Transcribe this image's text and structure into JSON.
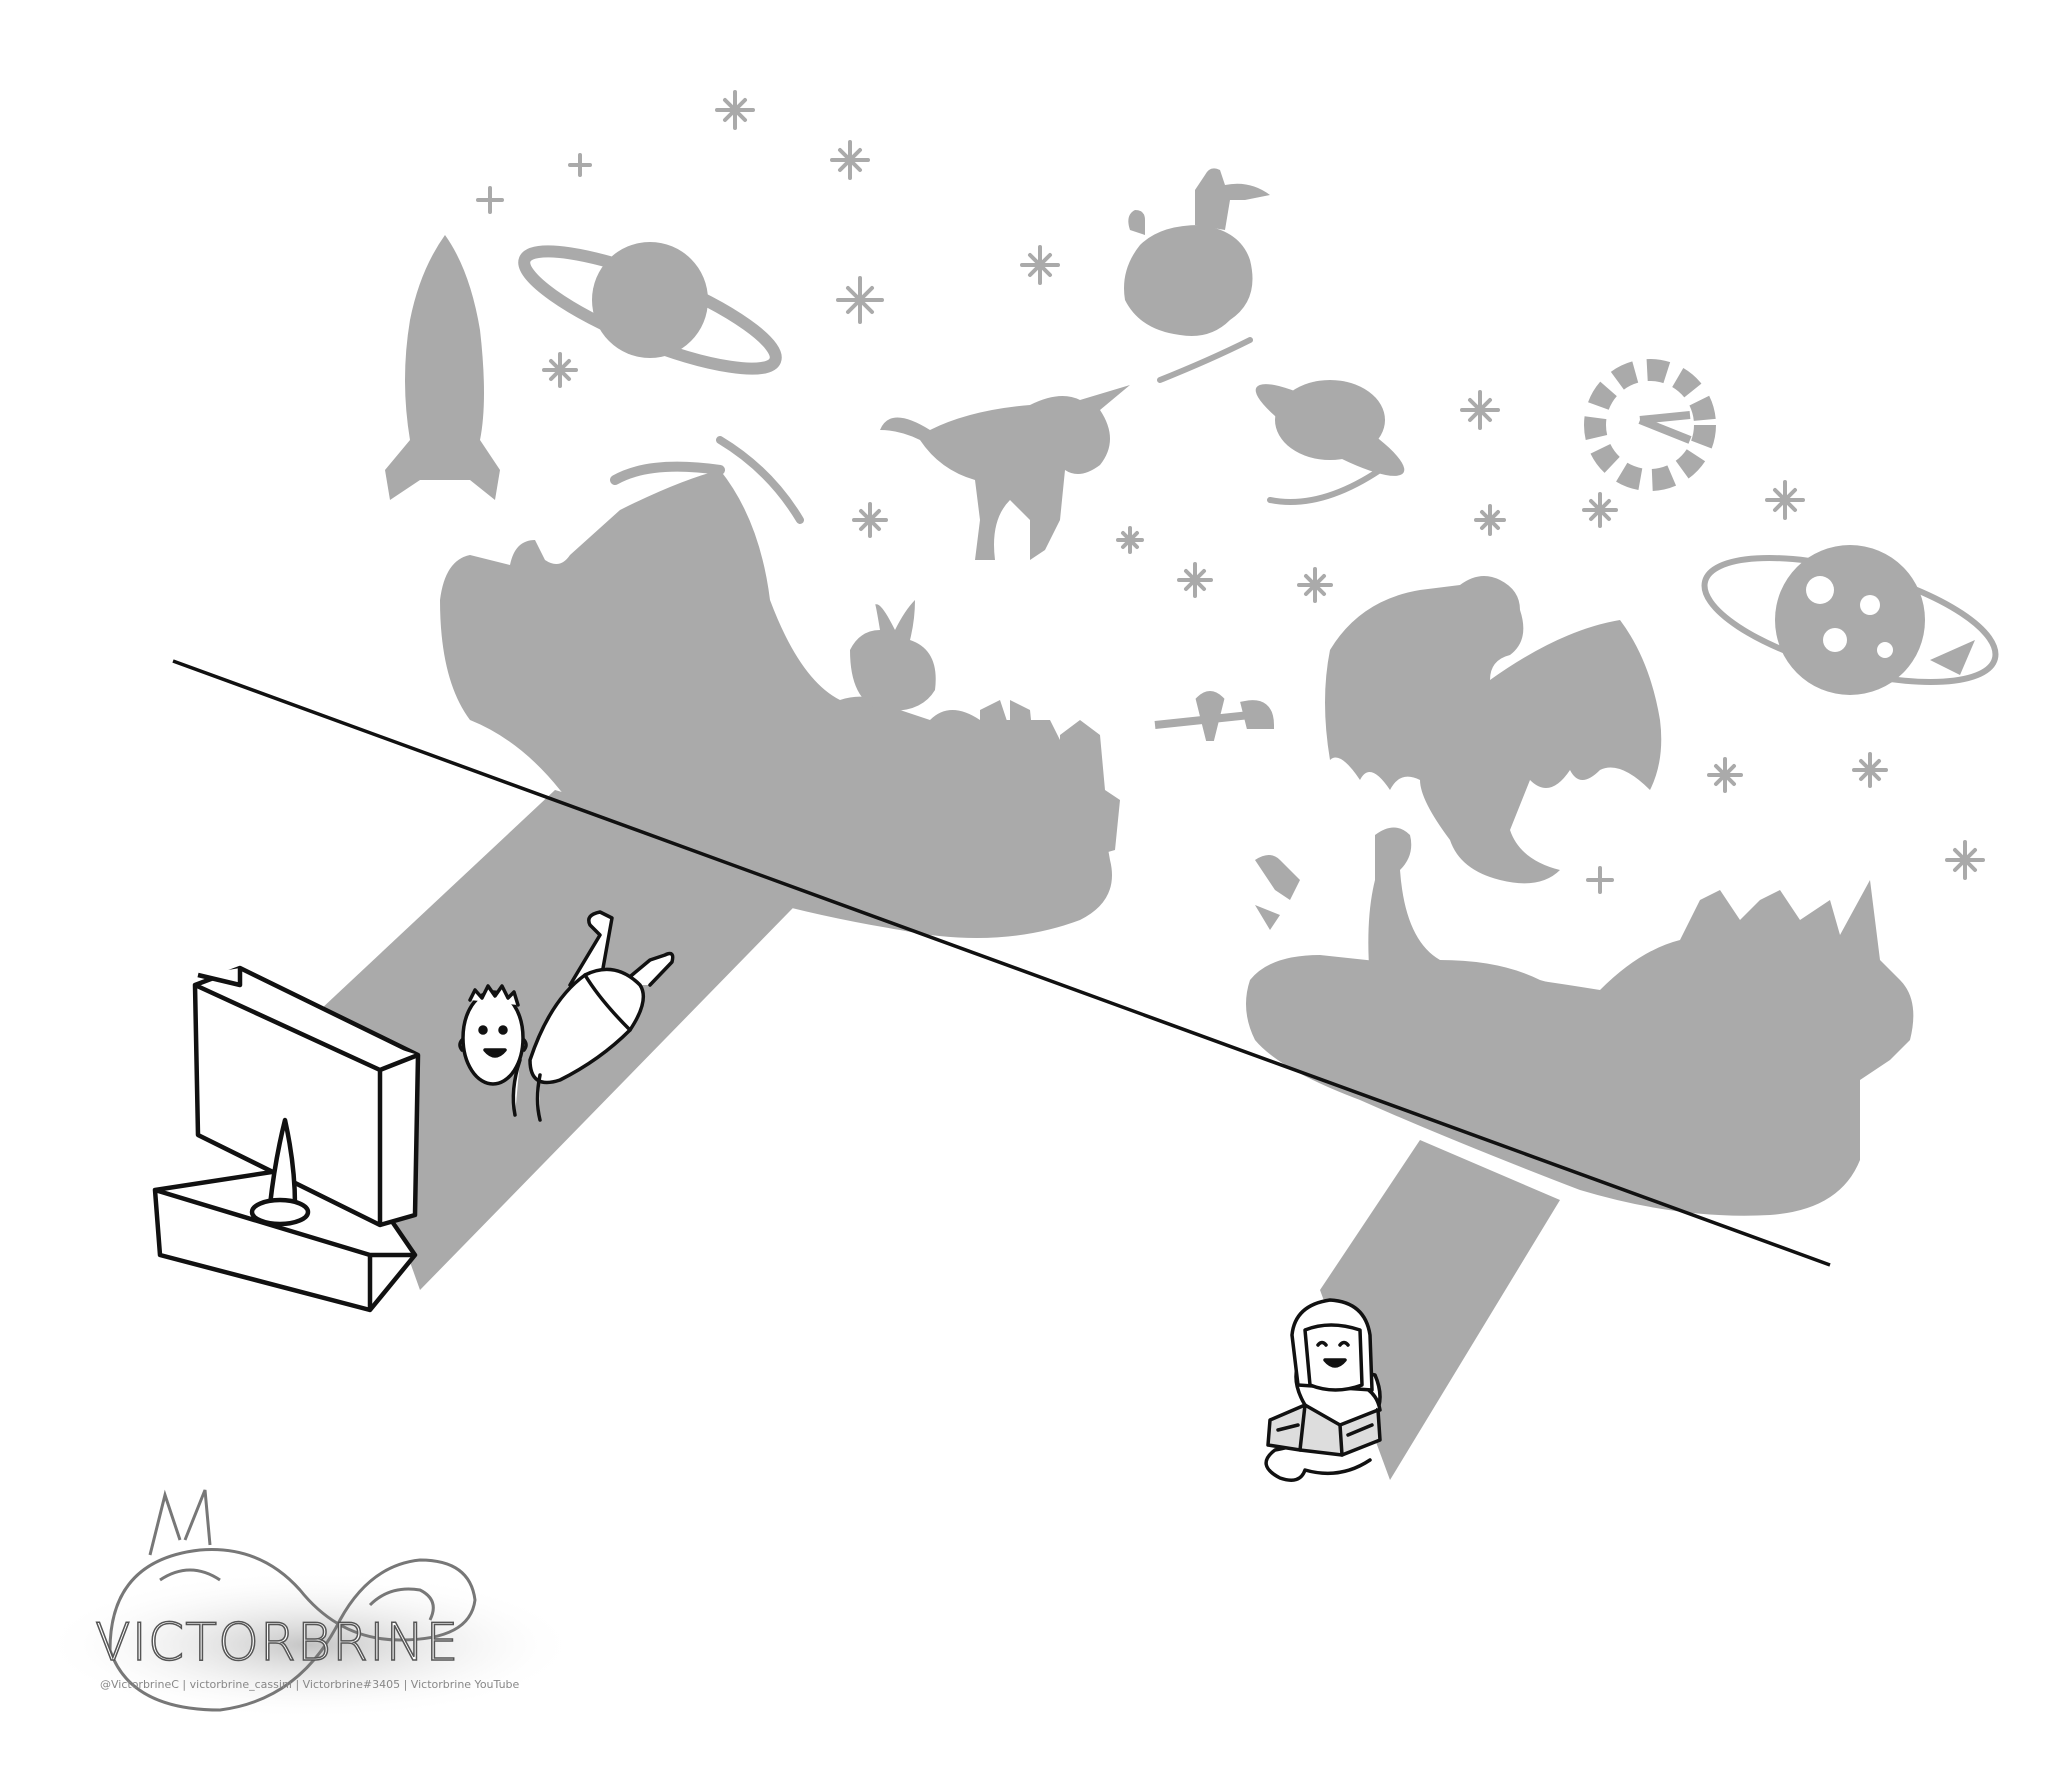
{
  "scene": {
    "description_tags": [
      "tv-child-shadow",
      "reading-child-shadow",
      "divider-line"
    ],
    "colors": {
      "shadow": "#aaaaaa",
      "ink": "#111111",
      "background": "#ffffff"
    }
  },
  "watermark": {
    "title": "VICTORBRINE",
    "subtitle": "@VictorbrineC | victorbrine_cassini | Victorbrine#3405 | Victorbrine YouTube"
  }
}
